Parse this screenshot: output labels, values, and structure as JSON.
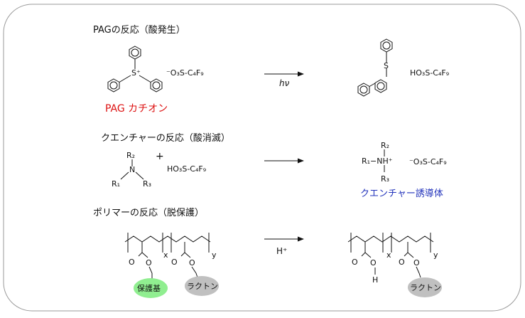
{
  "sections": {
    "pag": {
      "title": "PAGの反応（酸発生）",
      "cation_caption": "PAG カチオン",
      "anion": "⁻O₃S-C₄F₉",
      "product_acid": "HO₃S-C₄F₉",
      "arrow_label": "hν"
    },
    "quencher": {
      "title": "クエンチャーの反応（酸消滅）",
      "plus": "+",
      "acid": "HO₃S-C₄F₉",
      "product_anion": "⁻O₃S-C₄F₉",
      "product_caption": "クエンチャー誘導体",
      "r1": "R₁",
      "r2": "R₂",
      "r3": "R₃",
      "n": "N",
      "nh": "R₁−NH⁺"
    },
    "polymer": {
      "title": "ポリマーの反応（脱保護）",
      "arrow_label": "H⁺",
      "protect_group": "保護基",
      "lactone": "ラクトン",
      "x": "x",
      "y": "y"
    }
  },
  "atoms": {
    "S": "S",
    "S_plus": "S⁺",
    "O": "O",
    "H": "H"
  },
  "colors": {
    "cation_caption": "#dd1111",
    "product_caption": "#2233bb",
    "protect_fill": "#90ee90",
    "lactone_fill": "#c0c0c0",
    "border": "#999999"
  }
}
